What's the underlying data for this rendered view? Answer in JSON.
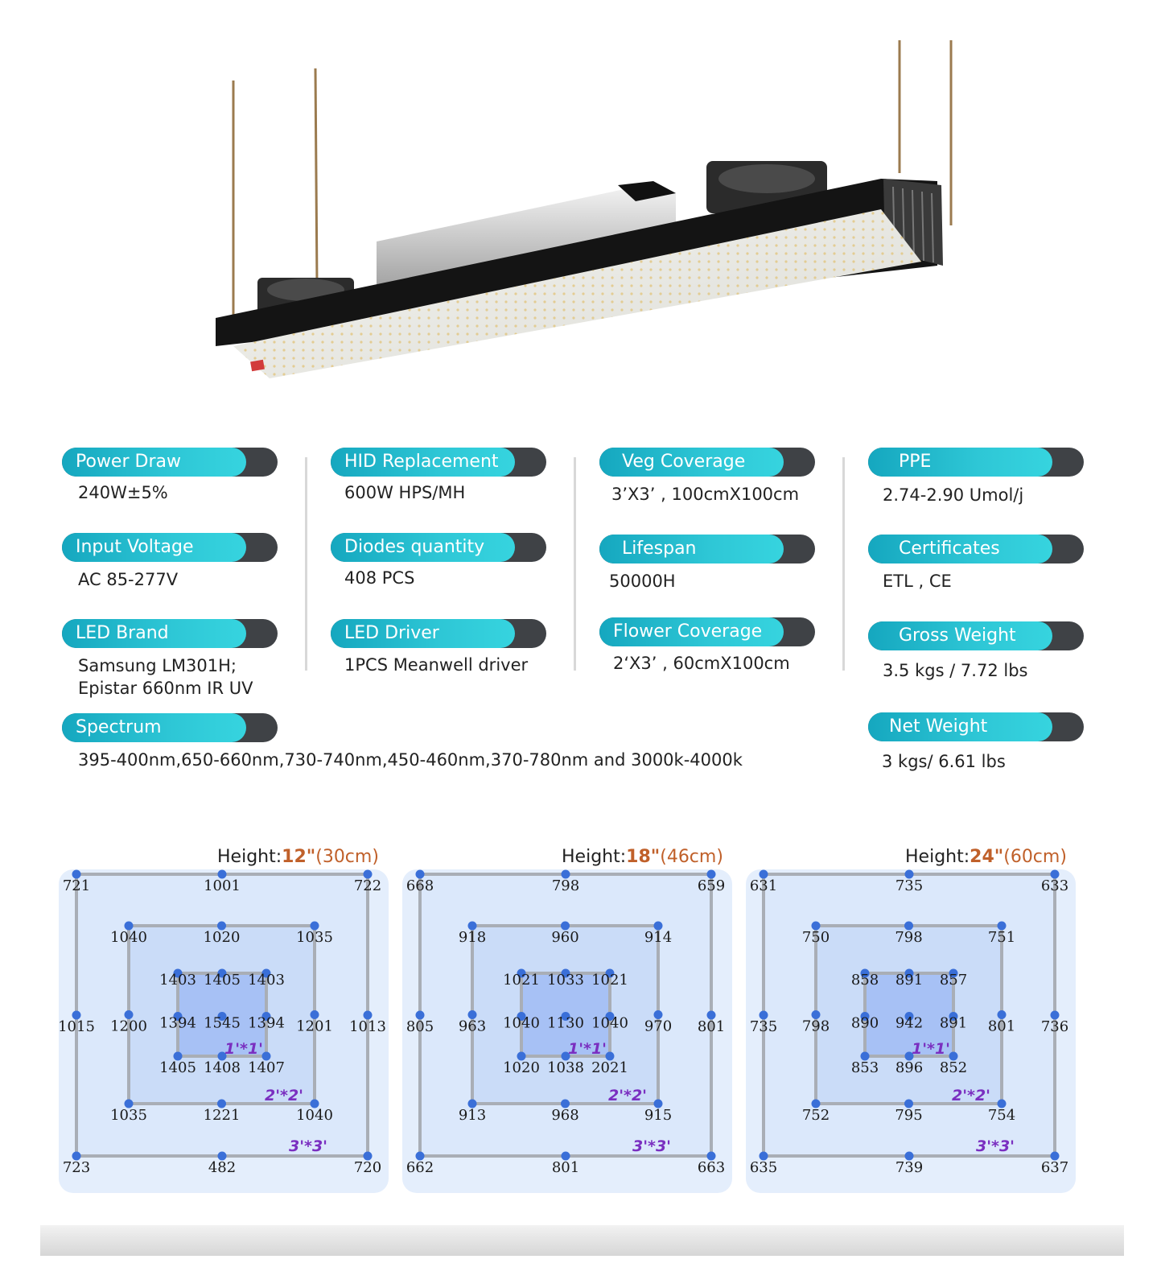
{
  "specs": [
    {
      "label": "Power Draw",
      "value": [
        "240W±5%"
      ]
    },
    {
      "label": "Input Voltage",
      "value": [
        "AC 85-277V"
      ]
    },
    {
      "label": "LED Brand",
      "value": [
        "Samsung LM301H;",
        "Epistar 660nm IR UV"
      ]
    },
    {
      "label": "Spectrum",
      "value": [
        "395-400nm,650-660nm,730-740nm,450-460nm,370-780nm and 3000k-4000k"
      ]
    },
    {
      "label": "HID Replacement",
      "value": [
        "600W HPS/MH"
      ]
    },
    {
      "label": "Diodes quantity",
      "value": [
        "408 PCS"
      ]
    },
    {
      "label": "LED Driver",
      "value": [
        "1PCS Meanwell driver"
      ]
    },
    {
      "label": "Veg Coverage",
      "value": [
        "3’X3’ , 100cmX100cm"
      ]
    },
    {
      "label": "Lifespan",
      "value": [
        "50000H"
      ]
    },
    {
      "label": "Flower Coverage",
      "value": [
        "2‘X3’ , 60cmX100cm"
      ]
    },
    {
      "label": "PPE",
      "value": [
        "2.74-2.90 Umol/j"
      ]
    },
    {
      "label": "Certificates",
      "value": [
        "ETL , CE"
      ]
    },
    {
      "label": "Gross Weight",
      "value": [
        "3.5 kgs / 7.72 lbs"
      ]
    },
    {
      "label": "Net Weight",
      "value": [
        "3 kgs/ 6.61 lbs"
      ]
    }
  ],
  "ppfd_maps": [
    {
      "height_prefix": "Height:",
      "height_in": "12",
      "height_in_unit": "\"",
      "height_cm": "(30cm)",
      "outer": [
        "721",
        "1001",
        "722",
        "1015",
        "1013",
        "723",
        "482",
        "720"
      ],
      "middle": [
        "1040",
        "1020",
        "1035",
        "1200",
        "1201",
        "1035",
        "1221",
        "1040"
      ],
      "inner": [
        "1403",
        "1405",
        "1403",
        "1394",
        "1545",
        "1394",
        "1405",
        "1408",
        "1407"
      ],
      "zones": [
        "1'*1'",
        "2'*2'",
        "3'*3'"
      ]
    },
    {
      "height_prefix": "Height:",
      "height_in": "18",
      "height_in_unit": "\"",
      "height_cm": "(46cm)",
      "outer": [
        "668",
        "798",
        "659",
        "805",
        "801",
        "662",
        "801",
        "663"
      ],
      "middle": [
        "918",
        "960",
        "914",
        "963",
        "970",
        "913",
        "968",
        "915"
      ],
      "inner": [
        "1021",
        "1033",
        "1021",
        "1040",
        "1130",
        "1040",
        "1020",
        "1038",
        "2021"
      ],
      "zones": [
        "1'*1'",
        "2'*2'",
        "3'*3'"
      ]
    },
    {
      "height_prefix": "Height:",
      "height_in": "24",
      "height_in_unit": "\"",
      "height_cm": "(60cm)",
      "outer": [
        "631",
        "735",
        "633",
        "735",
        "736",
        "635",
        "739",
        "637"
      ],
      "middle": [
        "750",
        "798",
        "751",
        "798",
        "801",
        "752",
        "795",
        "754"
      ],
      "inner": [
        "858",
        "891",
        "857",
        "890",
        "942",
        "891",
        "853",
        "896",
        "852"
      ],
      "zones": [
        "1'*1'",
        "2'*2'",
        "3'*3'"
      ]
    }
  ],
  "colors": {
    "pill": "#2ec7d6",
    "pill_tail": "#3f4246",
    "accent_height": "#c0602a",
    "zone_label": "#7a2fc0",
    "dot": "#3a6fd8",
    "grid_line": "#a9aeb6"
  }
}
